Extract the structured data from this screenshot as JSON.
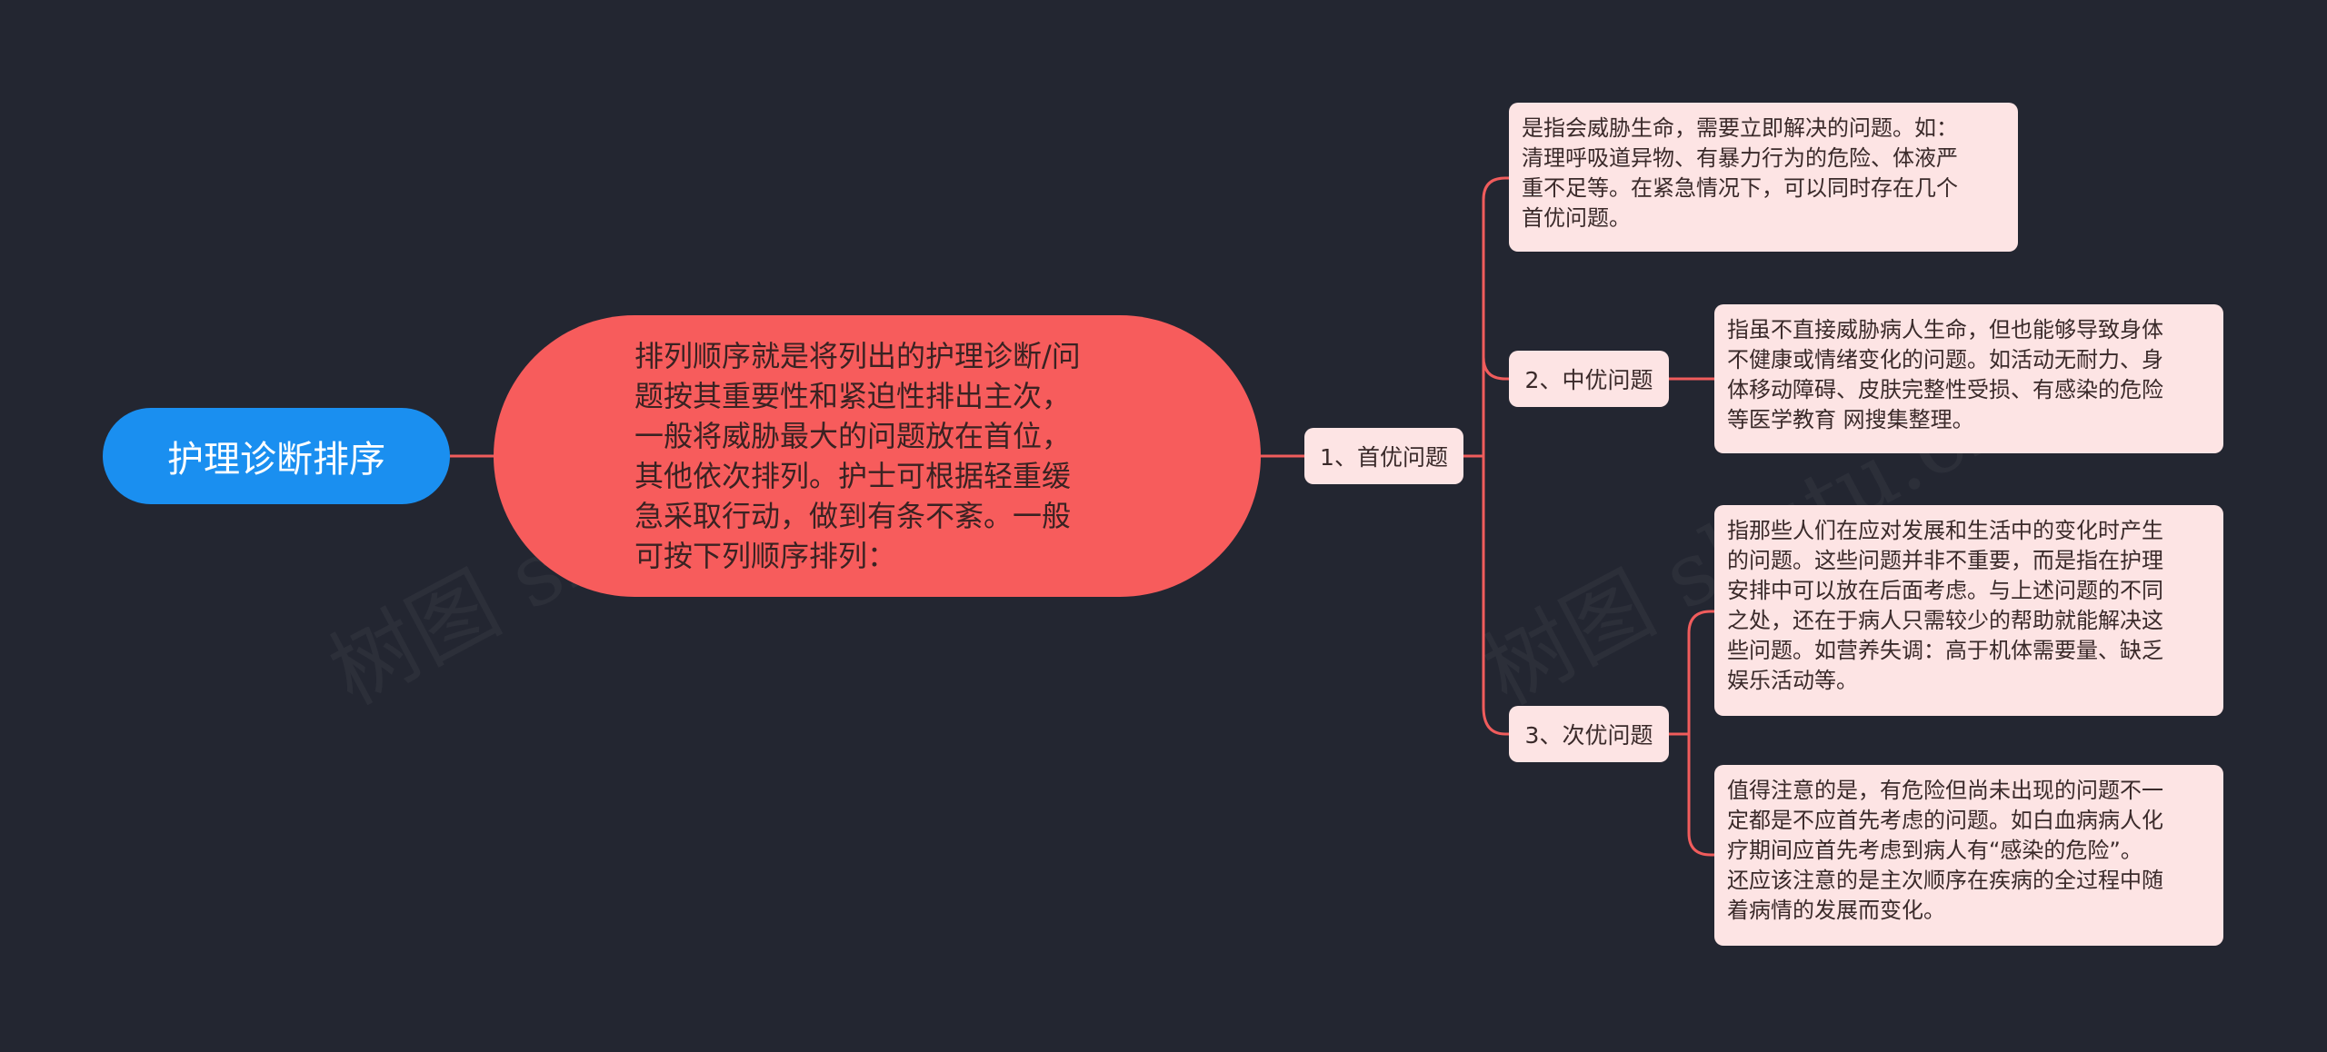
{
  "root": {
    "label": "护理诊断排序"
  },
  "main": {
    "lines": [
      "排列顺序就是将列出的护理诊断/问",
      "题按其重要性和紧迫性排出主次，",
      "一般将威胁最大的问题放在首位，",
      "其他依次排列。护士可根据轻重缓",
      "急采取行动，做到有条不紊。一般",
      "可按下列顺序排列："
    ]
  },
  "branches": [
    {
      "label": "1、首优问题"
    },
    {
      "label": "2、中优问题"
    },
    {
      "label": "3、次优问题"
    }
  ],
  "leaves": {
    "first": [
      "是指会威胁生命，需要立即解决的问题。如：",
      "清理呼吸道异物、有暴力行为的危险、体液严",
      "重不足等。在紧急情况下，可以同时存在几个",
      "首优问题。"
    ],
    "second": [
      "指虽不直接威胁病人生命，但也能够导致身体",
      "不健康或情绪变化的问题。如活动无耐力、身",
      "体移动障碍、皮肤完整性受损、有感染的危险",
      "等医学教育 网搜集整理。"
    ],
    "third_a": [
      "指那些人们在应对发展和生活中的变化时产生",
      "的问题。这些问题并非不重要，而是指在护理",
      "安排中可以放在后面考虑。与上述问题的不同",
      "之处，还在于病人只需较少的帮助就能解决这",
      "些问题。如营养失调：高于机体需要量、缺乏",
      "娱乐活动等。"
    ],
    "third_b": [
      "值得注意的是，有危险但尚未出现的问题不一",
      "定都是不应首先考虑的问题。如白血病病人化",
      "疗期间应首先考虑到病人有“感染的危险”。",
      "还应该注意的是主次顺序在疾病的全过程中随",
      "着病情的发展而变化。"
    ]
  },
  "watermark": "树图 shutu.cn",
  "colors": {
    "background": "#232631",
    "root": "#1a8ff0",
    "main": "#f75c5c",
    "node": "#fde4e4",
    "connector": "#f05c5c"
  }
}
